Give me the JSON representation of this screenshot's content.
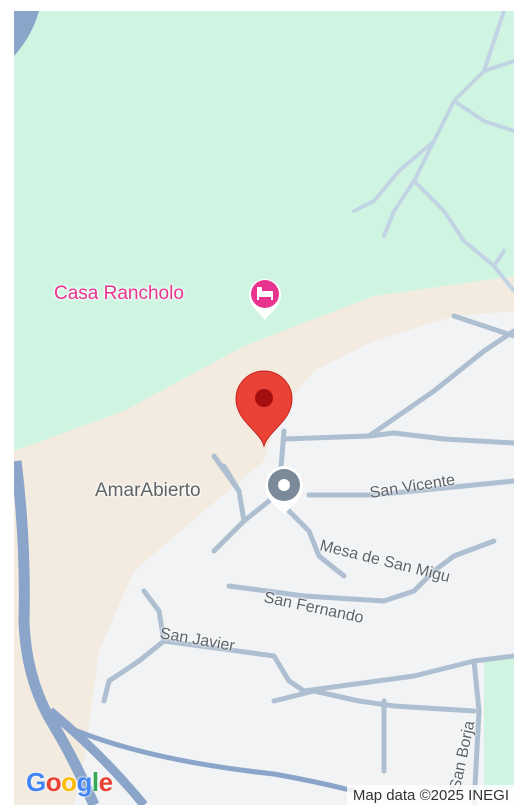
{
  "map": {
    "pois": {
      "hotel": {
        "name": "Casa Rancholo",
        "icon": "bed-icon",
        "color": "#e8338f"
      },
      "place": {
        "name": "AmarAbierto",
        "icon": "place-dot-icon",
        "color": "#7b8a99"
      }
    },
    "marker": {
      "icon": "location-pin-icon",
      "color": "#ea4335"
    },
    "streets": [
      "San Vicente",
      "Mesa de San Migu",
      "San Fernando",
      "San Javier",
      "San Borja"
    ],
    "logo": {
      "letters": [
        "G",
        "o",
        "o",
        "g",
        "l",
        "e"
      ],
      "colors": [
        "#4285f4",
        "#ea4335",
        "#fbbc05",
        "#4285f4",
        "#34a853",
        "#ea4335"
      ]
    },
    "attribution": "Map data ©2025 INEGI",
    "colors": {
      "park": "#cff5e2",
      "sand": "#f3ebdf",
      "urban": "#f1f3f4",
      "road": "#aebfd1",
      "water": "#8aa5c9"
    }
  }
}
